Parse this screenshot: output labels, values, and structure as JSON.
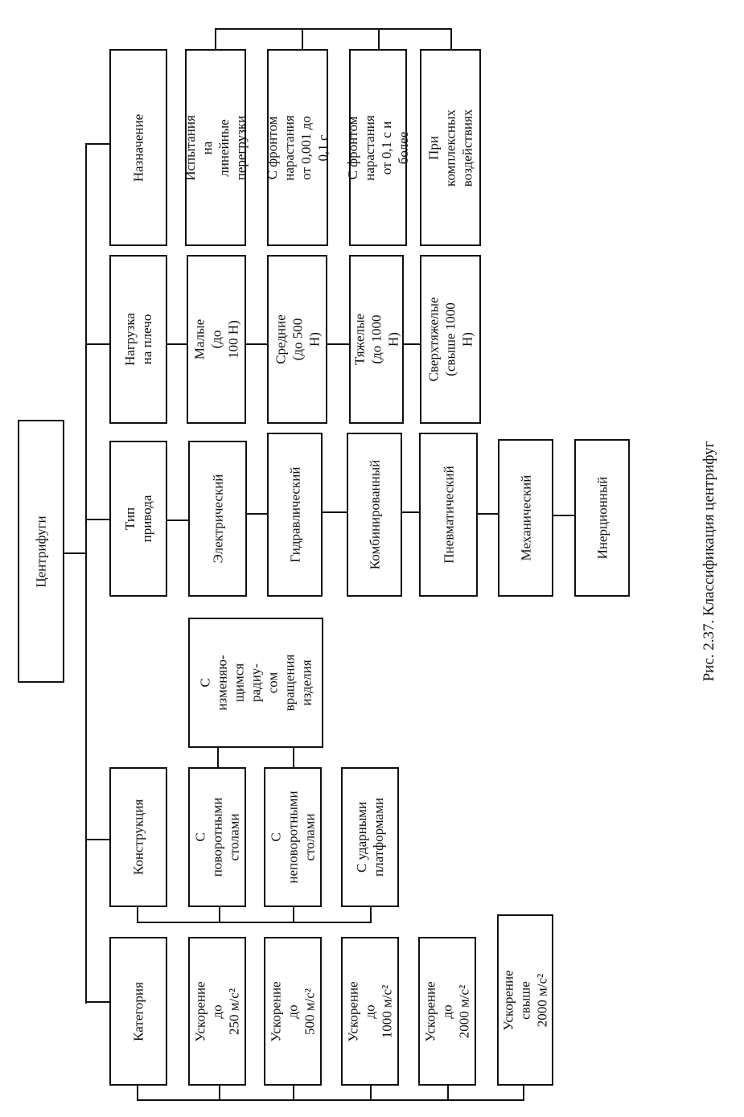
{
  "root": "Центрифуги",
  "groups": [
    {
      "title": "Категория",
      "items": [
        "Ускорение до\n250 м/с²",
        "Ускорение до\n500 м/с²",
        "Ускорение до\n1000 м/с²",
        "Ускорение до\n2000 м/с²",
        "Ускорение свыше\n2000 м/с²"
      ]
    },
    {
      "title": "Конструкция",
      "items": [
        "С поворотными\nстолами",
        "С неповоротными\nстолами",
        "С ударными\nплатформами"
      ],
      "sub_item": "С изменяю-\nщимся радиу-\nсом вращения\nизделия"
    },
    {
      "title": "Тип привода",
      "items": [
        "Электрический",
        "Гидравлический",
        "Комбинированный",
        "Пневматический",
        "Механический",
        "Инерционный"
      ]
    },
    {
      "title": "Нагрузка на плечо",
      "items": [
        "Малые (до 100 Н)",
        "Средние (до 500 Н)",
        "Тяжелые (до 1000 Н)",
        "Сверхтяжелые\n(свыше 1000 Н)"
      ]
    },
    {
      "title": "Назначение",
      "items": [
        "Испытания на\nлинейные\nперегрузки",
        "С фронтом нарастания\nот 0,001 до 0,1 с",
        "С фронтом нарастания\nот 0,1 с и более",
        "При комплексных\nвоздействиях"
      ]
    }
  ],
  "caption": "Рис. 2.37. Классификация центрифуг"
}
